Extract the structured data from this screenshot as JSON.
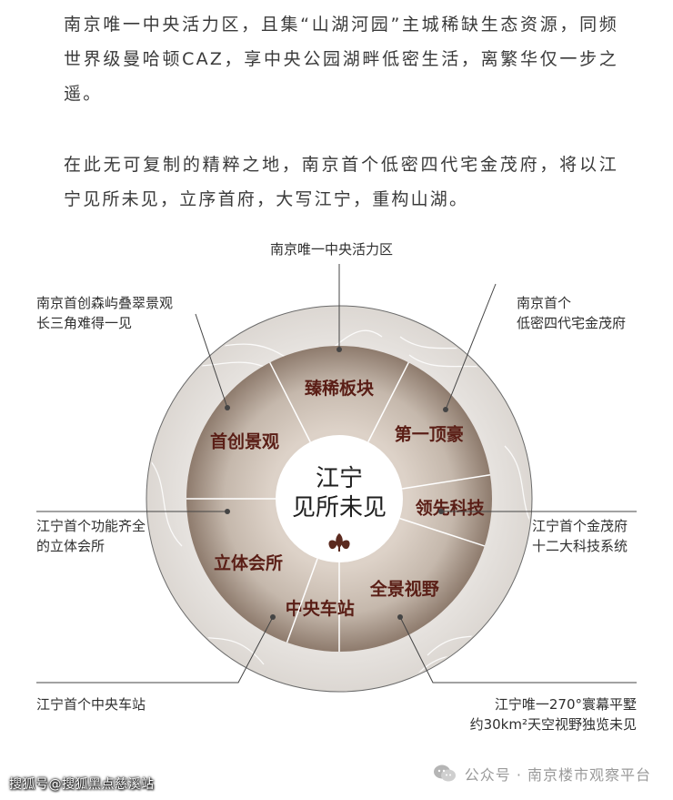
{
  "intro": {
    "paragraph1": "南京唯一中央活力区，且集“山湖河园”主城稀缺生态资源，同频世界级曼哈顿CAZ，享中央公园湖畔低密生活，离繁华仅一步之遥。",
    "paragraph2": "在此无可复制的精粹之地，南京首个低密四代宅金茂府，将以江宁见所未见，立序首府，大写江宁，重构山湖。"
  },
  "center": {
    "line1": "江宁",
    "line2": "见所未见"
  },
  "segments": [
    {
      "label": "臻稀板块"
    },
    {
      "label": "第一顶豪"
    },
    {
      "label": "领先科技"
    },
    {
      "label": "全景视野"
    },
    {
      "label": "中央车站"
    },
    {
      "label": "立体会所"
    },
    {
      "label": "首创景观"
    }
  ],
  "annotations": {
    "top": "南京唯一中央活力区",
    "top_left": [
      "南京首创森屿叠翠景观",
      "长三角难得一见"
    ],
    "top_right": [
      "南京首个",
      "低密四代宅金茂府"
    ],
    "mid_left": [
      "江宁首个功能齐全",
      "的立体会所"
    ],
    "mid_right": [
      "江宁首个金茂府",
      "十二大科技系统"
    ],
    "bottom_left": "江宁首个中央车站",
    "bottom_right": [
      "江宁唯一270°寰幕平墅",
      "约30km²天空视野独览未见"
    ]
  },
  "footer": {
    "watermark": "搜狐号@搜狐黑点慈溪站",
    "source": "公众号 · 南京楼市观察平台"
  },
  "colors": {
    "segment_light": "#c9bdb2",
    "segment_dark": "#7a6658",
    "outer_ring": "#e3dfdb",
    "center_fill": "#ffffff",
    "label_text": "#5a1e16",
    "logo": "#5c2a1f"
  }
}
